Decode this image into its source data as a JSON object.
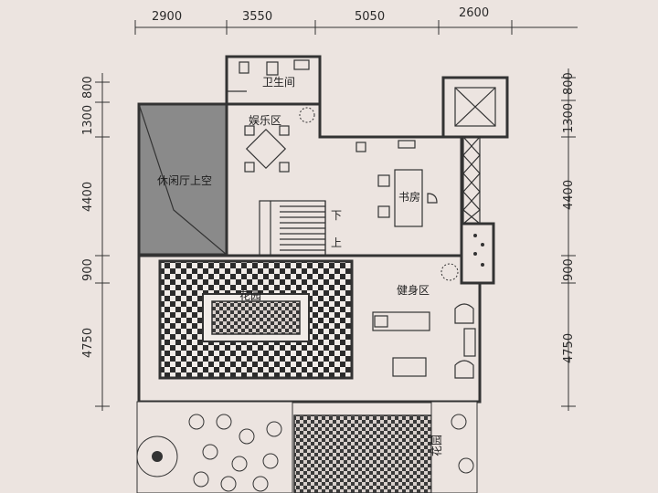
{
  "dimensions": {
    "top": [
      "2900",
      "3550",
      "5050",
      "2600"
    ],
    "left": [
      "800",
      "1300",
      "4400",
      "900",
      "4750"
    ],
    "right": [
      "800",
      "1300",
      "4400",
      "900",
      "4750"
    ]
  },
  "rooms": {
    "bathroom": "卫生间",
    "entertainment": "娱乐区",
    "lounge_void": "休闲厅上空",
    "study": "书房",
    "garden": "花园",
    "gym": "健身区",
    "garden_bottom": "花园"
  },
  "stairs": {
    "down": "下",
    "up": "上"
  },
  "colors": {
    "background": "#ece4e0",
    "wall": "#333333",
    "void_fill": "#8a8a8a"
  }
}
